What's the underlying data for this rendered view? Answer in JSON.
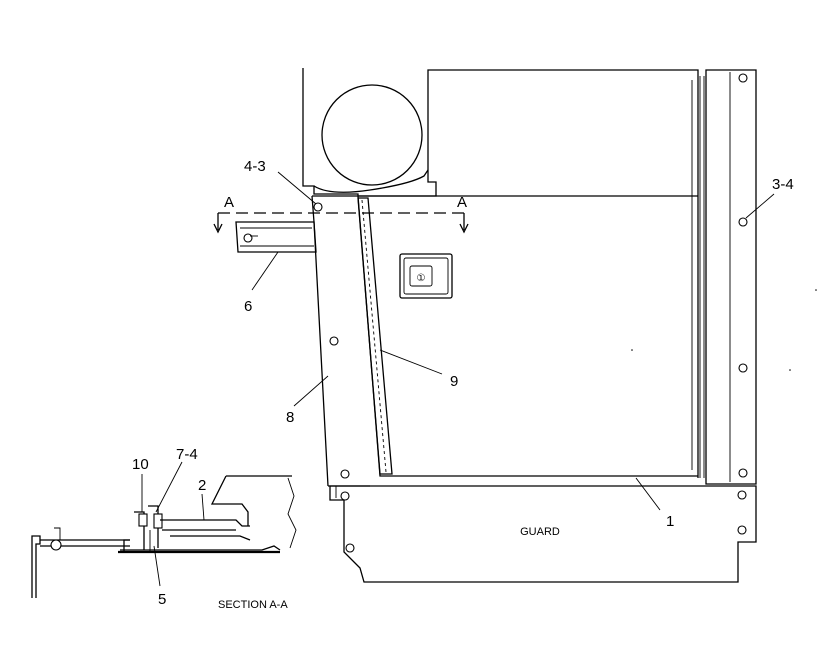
{
  "callouts": {
    "c1": "1",
    "c2": "2",
    "c3_4": "3-4",
    "c4_3": "4-3",
    "c5": "5",
    "c6": "6",
    "c7_4": "7-4",
    "c8": "8",
    "c9": "9",
    "c10": "10"
  },
  "section": {
    "marker_left": "A",
    "marker_right": "A",
    "caption": "SECTION  A-A"
  },
  "guard_label": "GUARD",
  "latch_symbol": "①"
}
